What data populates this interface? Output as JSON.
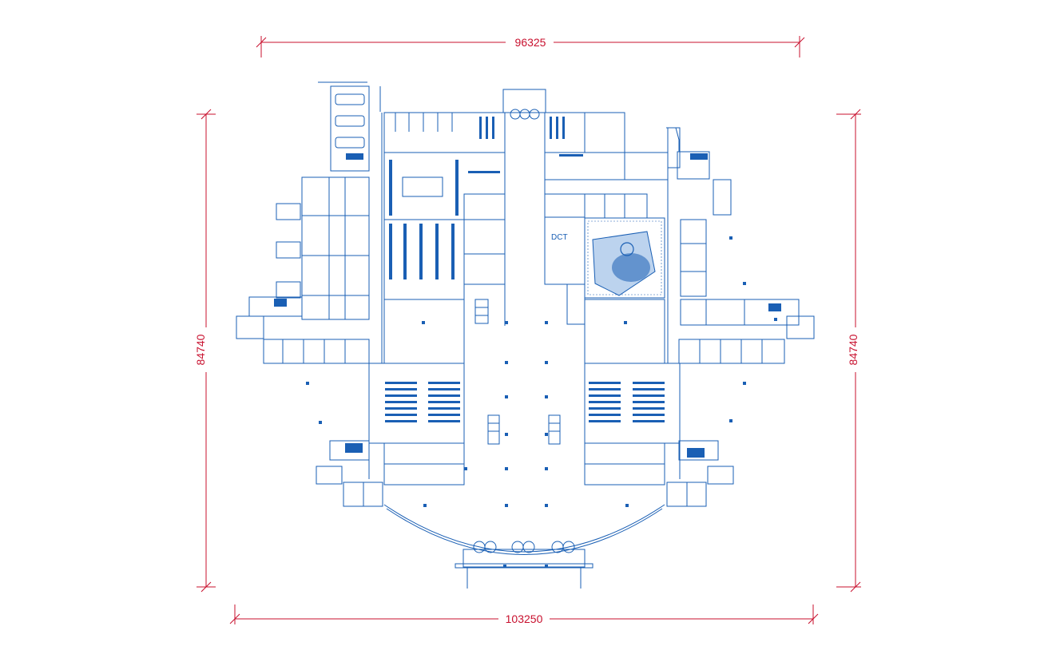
{
  "colors": {
    "dimension": "#c8102e",
    "plan": "#1a5fb4",
    "background": "#ffffff"
  },
  "dimensions": {
    "top_width": "96325",
    "bottom_width": "103250",
    "left_height": "84740",
    "right_height": "84740"
  },
  "labels": {
    "dct": "DCT"
  }
}
